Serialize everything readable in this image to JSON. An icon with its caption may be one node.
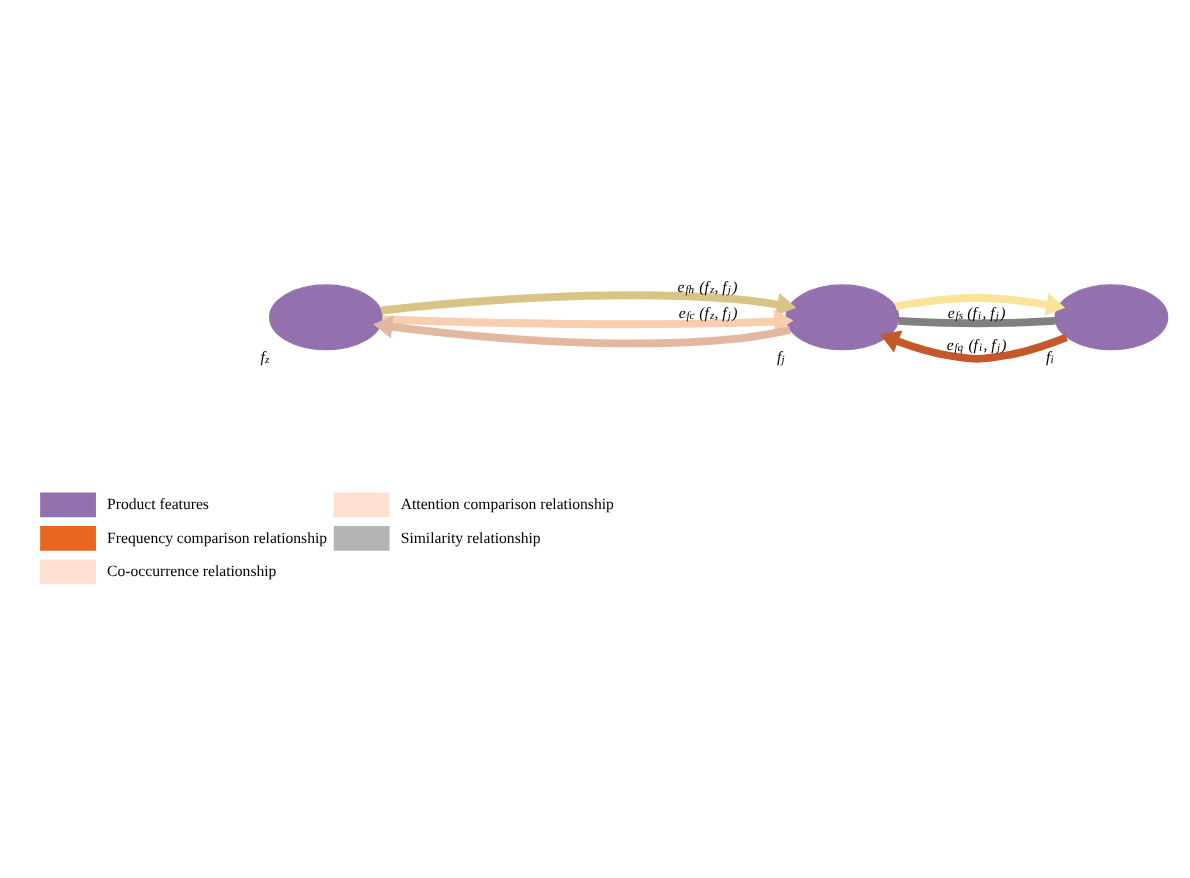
{
  "diagram": {
    "nodes": [
      {
        "text": [],
        "shape": "ellipse",
        "beside": [
          "f$_{z}$"
        ]
      },
      {
        "text": [],
        "shape": "ellipse",
        "beside": [
          "f$_{j}$"
        ]
      },
      {
        "text": [],
        "shape": "ellipse",
        "beside": [
          "f$_{i}$"
        ]
      }
    ],
    "edges": [
      {
        "from": 0,
        "to": 1,
        "arrow": "to",
        "label": "e$_{fh}$ (f$_{z}$, f$_{j}$)",
        "color": "#d8c484"
      },
      {
        "from": 0,
        "to": 1,
        "arrow": "to",
        "label": "e$_{fc}$ (f$_{z}$, f$_{j}$)",
        "color": "#f8cdb0"
      },
      {
        "from": 1,
        "to": 0,
        "arrow": "to",
        "color": "#e2b9a0"
      },
      {
        "from": 1,
        "to": 2,
        "arrow": "to",
        "color": "#fbe39a"
      },
      {
        "from": 2,
        "to": 1,
        "arrow": "none",
        "label": "e$_{fs}$ (f$_{i}$, f$_{j}$)",
        "color": "#808080"
      },
      {
        "from": 2,
        "to": 1,
        "arrow": "to",
        "label": "e$_{fq}$ (f$_{i}$, f$_{j}$)",
        "color": "#c4582a"
      }
    ],
    "legend": [
      {
        "text": "Product features",
        "color": "#9370ae"
      },
      {
        "text": "Attention comparison relationship",
        "color": "#fde0cf"
      },
      {
        "text": "Frequency comparison relationship",
        "color": "#e8661f"
      },
      {
        "text": "Similarity relationship",
        "color": "#b3b4b6"
      },
      {
        "text": "Co-occurrence relationship",
        "color": "#fde0cf"
      }
    ]
  }
}
